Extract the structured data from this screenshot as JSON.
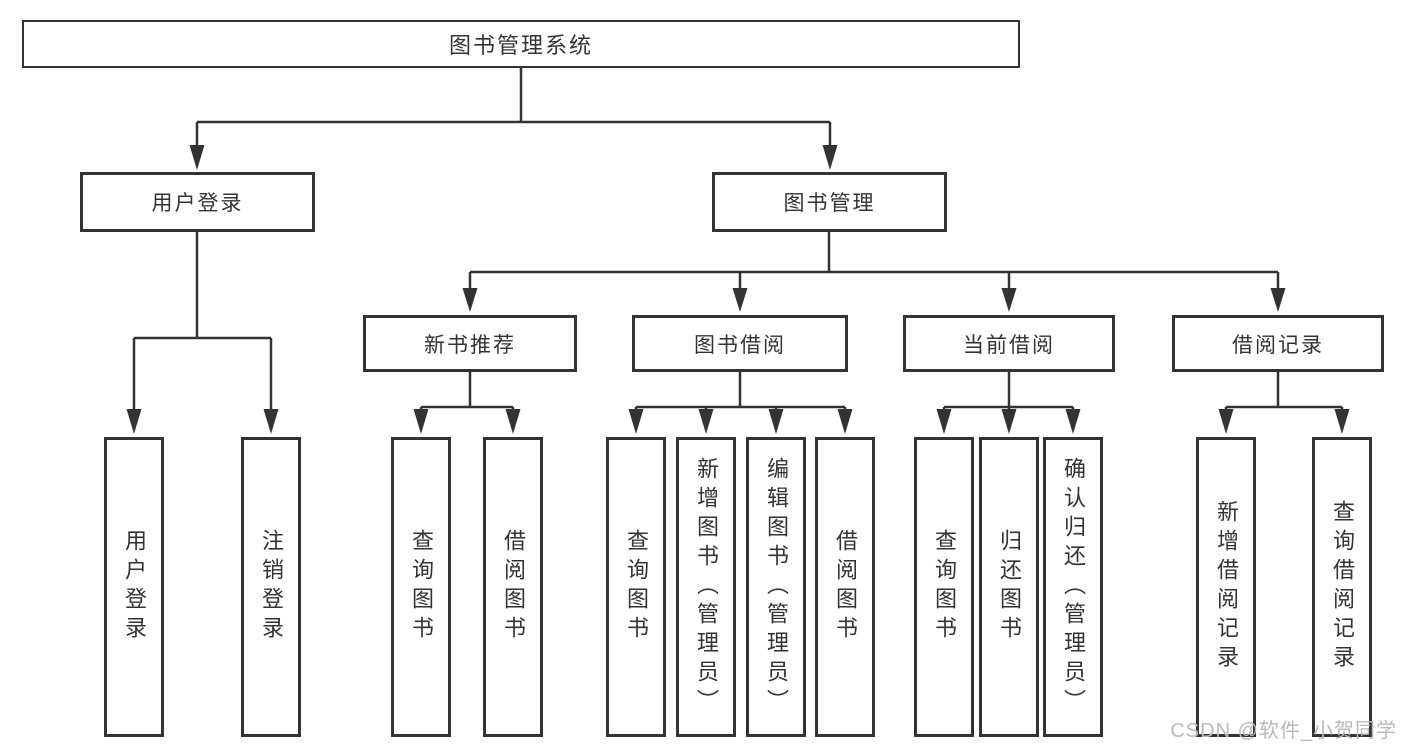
{
  "watermark": "CSDN @软件_小贺同学",
  "colors": {
    "line": "#333333",
    "box_border": "#333333",
    "box_bg": "#ffffff",
    "text": "#333333",
    "watermark": "#b9b9b9",
    "background": "#ffffff"
  },
  "diagram_type": "hierarchy-tree",
  "tree": {
    "root": {
      "label": "图书管理系统",
      "children": [
        {
          "label": "用户登录",
          "children": [
            {
              "label": "用户登录"
            },
            {
              "label": "注销登录"
            }
          ]
        },
        {
          "label": "图书管理",
          "children": [
            {
              "label": "新书推荐",
              "children": [
                {
                  "label": "查询图书"
                },
                {
                  "label": "借阅图书"
                }
              ]
            },
            {
              "label": "图书借阅",
              "children": [
                {
                  "label": "查询图书"
                },
                {
                  "label": "新增图书（管理员）"
                },
                {
                  "label": "编辑图书（管理员）"
                },
                {
                  "label": "借阅图书"
                }
              ]
            },
            {
              "label": "当前借阅",
              "children": [
                {
                  "label": "查询图书"
                },
                {
                  "label": "归还图书"
                },
                {
                  "label": "确认归还（管理员）"
                }
              ]
            },
            {
              "label": "借阅记录",
              "children": [
                {
                  "label": "新增借阅记录"
                },
                {
                  "label": "查询借阅记录"
                }
              ]
            }
          ]
        }
      ]
    }
  }
}
